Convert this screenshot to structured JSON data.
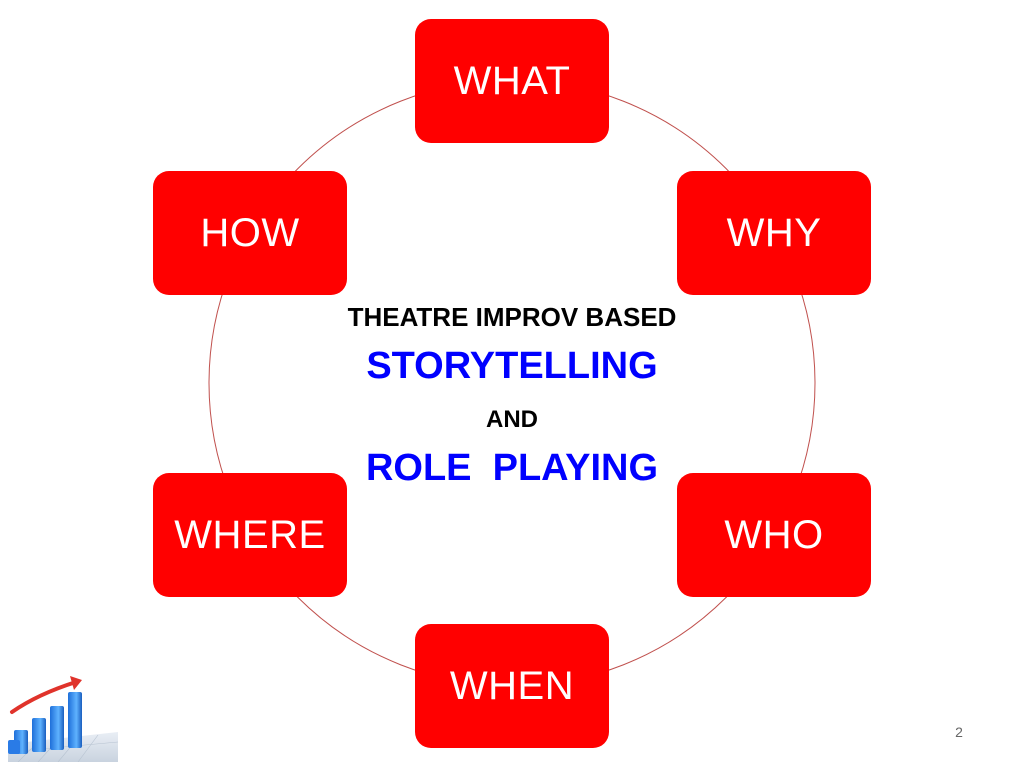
{
  "nodes": {
    "what": "WHAT",
    "why": "WHY",
    "who": "WHO",
    "when": "WHEN",
    "where": "WHERE",
    "how": "HOW"
  },
  "center": {
    "subtitle": "THEATRE IMPROV BASED",
    "storytelling": "STORYTELLING",
    "and": "AND",
    "role_playing": "ROLE  PLAYING"
  },
  "page_number": "2",
  "colors": {
    "node_fill": "#ff0000",
    "node_text": "#ffffff",
    "circle_stroke": "#c0504d",
    "highlight_text": "#0000ff",
    "body_text": "#000000"
  },
  "icons": {
    "logo": "rising-bar-chart-icon"
  }
}
